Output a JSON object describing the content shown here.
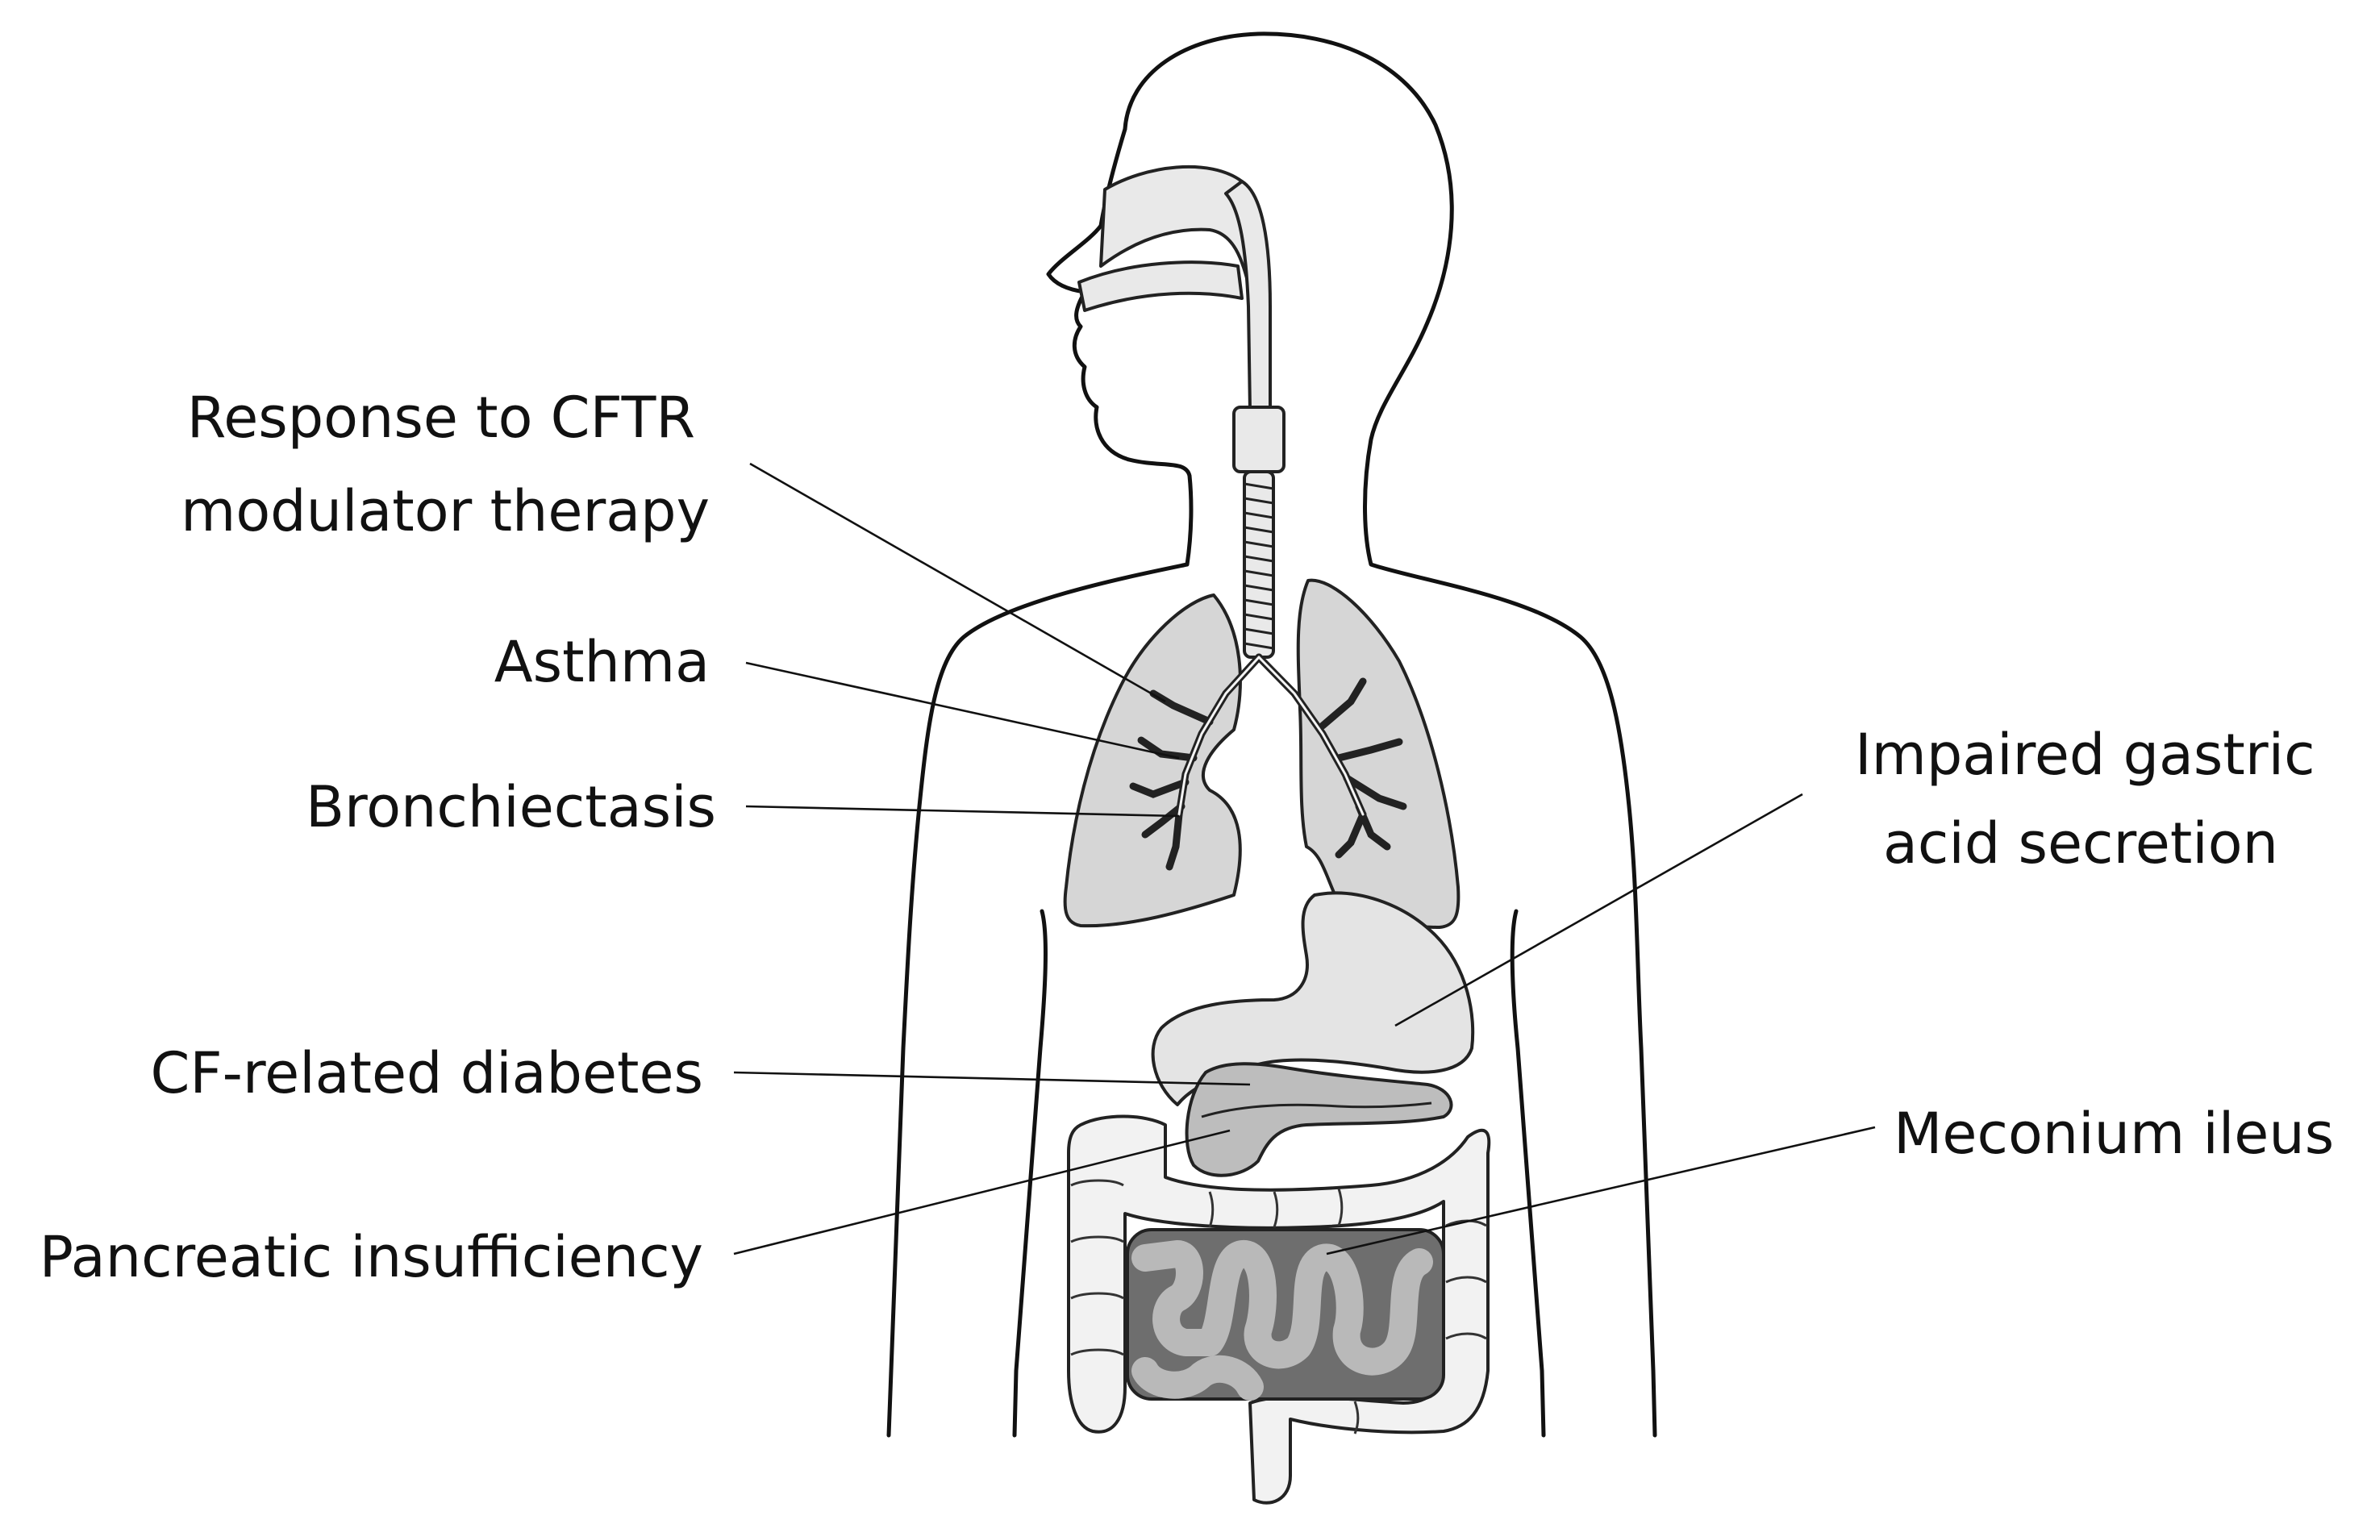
{
  "labels": {
    "cftr_line1": "Response to CFTR",
    "cftr_line2": "modulator therapy",
    "asthma": "Asthma",
    "bronchiectasis": "Bronchiectasis",
    "gastric_line1": "Impaired gastric",
    "gastric_line2": "acid secretion",
    "cfrd": "CF-related diabetes",
    "meconium": "Meconium ileus",
    "pancreatic": "Pancreatic insufficiency"
  },
  "colors": {
    "ink": "#111111",
    "lung_fill": "#d6d6d6",
    "organ_light": "#e4e4e4",
    "organ_mid": "#b9b9b9",
    "organ_dark": "#6e6e6e",
    "background": "#ffffff"
  }
}
